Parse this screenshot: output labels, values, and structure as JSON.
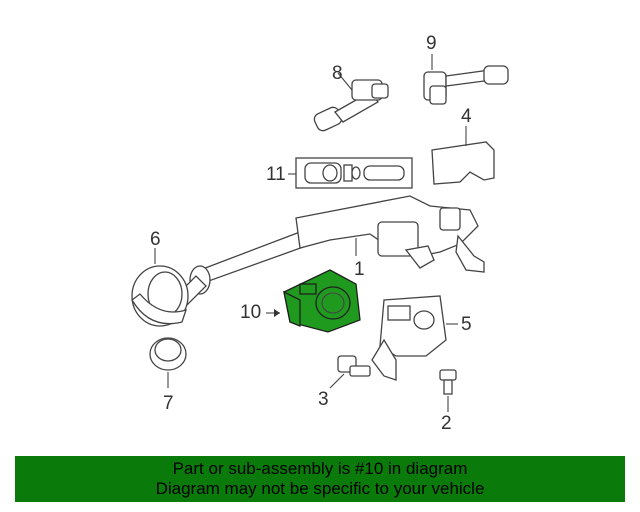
{
  "callouts": {
    "c1": "1",
    "c2": "2",
    "c3": "3",
    "c4": "4",
    "c5": "5",
    "c6": "6",
    "c7": "7",
    "c8": "8",
    "c9": "9",
    "c10": "10",
    "c11": "11"
  },
  "highlight_color": "#1f9a1f",
  "banner": {
    "line1": "Part or sub-assembly is #10 in diagram",
    "line2": "Diagram may not be specific to your vehicle",
    "color": "#0a7a0a"
  }
}
